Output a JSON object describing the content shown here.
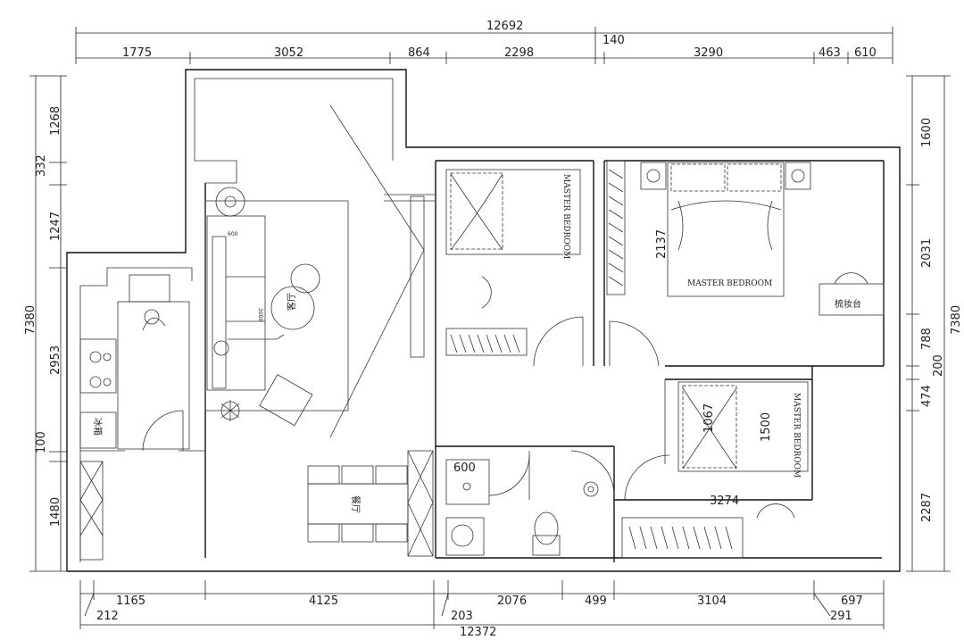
{
  "dimensions": {
    "top_total": "12692",
    "top_segments": [
      "1775",
      "3052",
      "864",
      "2298",
      "140",
      "3290",
      "463",
      "610"
    ],
    "bottom_total": "12372",
    "bottom_segments": [
      "1165",
      "4125",
      "2076",
      "499",
      "3104",
      "697"
    ],
    "bottom_small": [
      "212",
      "203",
      "291"
    ],
    "left_total": "7380",
    "left_segments": [
      "1268",
      "332",
      "1247",
      "2953",
      "100",
      "1480"
    ],
    "right_total": "7380",
    "right_segments": [
      "1600",
      "2031",
      "788",
      "200",
      "474",
      "2287"
    ],
    "interior": [
      "2137",
      "1067",
      "1500",
      "3274",
      "600"
    ]
  },
  "rooms": {
    "master_bedroom_1": "MASTER BEDROOM",
    "master_bedroom_2": "MASTER BEDROOM",
    "master_bedroom_3": "MASTER BEDROOM",
    "dresser": "梳妆台",
    "living_room": "客厅",
    "dining_room": "餐厅",
    "fridge": "冰箱"
  },
  "furniture_marks": {
    "sofa_a": "600",
    "sofa_b": "2000"
  }
}
